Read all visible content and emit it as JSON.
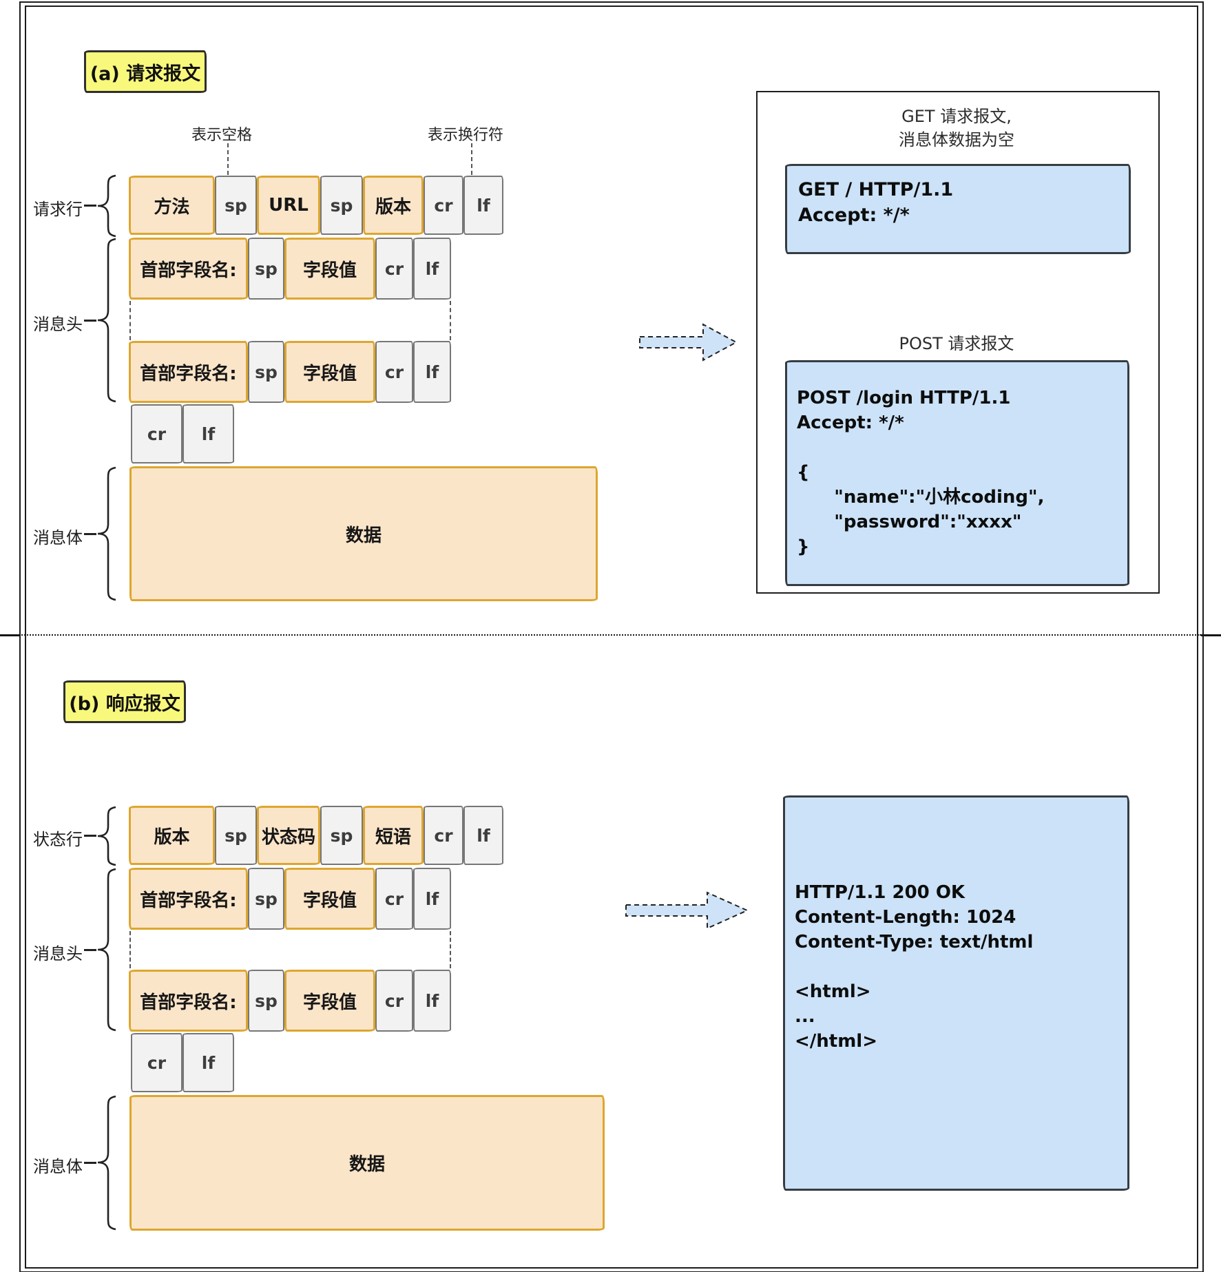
{
  "colors": {
    "field_fill": "#fbe5c9",
    "field_border": "#dda62f",
    "delimiter_fill": "#f2f2f2",
    "delimiter_border": "#767676",
    "section_title_fill": "#f8f97c",
    "code_box_fill": "#cbe2f8",
    "code_box_border": "#363b42",
    "arrow_fill": "#cfe3f8"
  },
  "request": {
    "title": "(a) 请求报文",
    "legend_space": "表示空格",
    "legend_newline": "表示换行符",
    "labels": {
      "request_line": "请求行",
      "headers": "消息头",
      "body": "消息体"
    },
    "request_line_cells": [
      "方法",
      "sp",
      "URL",
      "sp",
      "版本",
      "cr",
      "lf"
    ],
    "header_cells": [
      "首部字段名:",
      "sp",
      "字段值",
      "cr",
      "lf"
    ],
    "crlf_cells": [
      "cr",
      "lf"
    ],
    "body_text": "数据",
    "examples": {
      "get_title": "GET 请求报文,\n消息体数据为空",
      "get_code": "GET / HTTP/1.1\nAccept: */*",
      "post_title": "POST 请求报文",
      "post_code": "POST /login HTTP/1.1\nAccept: */*\n\n{\n      \"name\":\"小林coding\",\n      \"password\":\"xxxx\"\n}"
    }
  },
  "response": {
    "title": "(b) 响应报文",
    "labels": {
      "status_line": "状态行",
      "headers": "消息头",
      "body": "消息体"
    },
    "status_line_cells": [
      "版本",
      "sp",
      "状态码",
      "sp",
      "短语",
      "cr",
      "lf"
    ],
    "header_cells": [
      "首部字段名:",
      "sp",
      "字段值",
      "cr",
      "lf"
    ],
    "crlf_cells": [
      "cr",
      "lf"
    ],
    "body_text": "数据",
    "example_code": "HTTP/1.1 200 OK\nContent-Length: 1024\nContent-Type: text/html\n\n<html>\n...\n</html>"
  }
}
